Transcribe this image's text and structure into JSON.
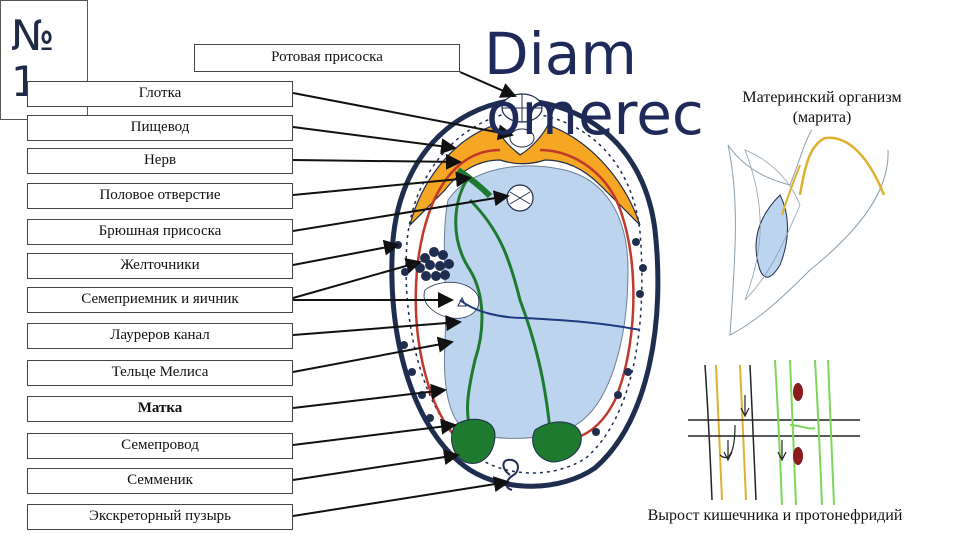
{
  "slide": {
    "number_symbol": "№",
    "number_value": "1",
    "title_line1": "Diam",
    "title_line2": "omerec"
  },
  "labels": {
    "mouth_sucker": "Ротовая присоска",
    "pharynx": "Глотка",
    "esophagus": "Пищевод",
    "nerve": "Нерв",
    "genital_opening": "Половое отверстие",
    "ventral_sucker": "Брюшная присоска",
    "vitellaria": "Желточники",
    "receptacle_ovary": "Семеприемник и яичник",
    "laurer_canal": "Лауреров канал",
    "mehlis_body": "Тельце Мелиса",
    "uterus": "Матка",
    "vas_deferens": "Семепровод",
    "testis": "Семменик",
    "excretory_bladder": "Экскреторный пузырь"
  },
  "captions": {
    "host_line1": "Материнский организм",
    "host_line2": "(марита)",
    "bottom": "Вырост кишечника и протонефридий"
  },
  "colors": {
    "body_outline": "#1f2d4f",
    "gut_fill": "#f5a623",
    "red_line": "#c0392b",
    "reproductive": "#1e7a2e",
    "cavity": "#bcd4ee",
    "host_outline": "#e0b030",
    "nephridium": "#7cd65a",
    "label_border": "#444444"
  }
}
